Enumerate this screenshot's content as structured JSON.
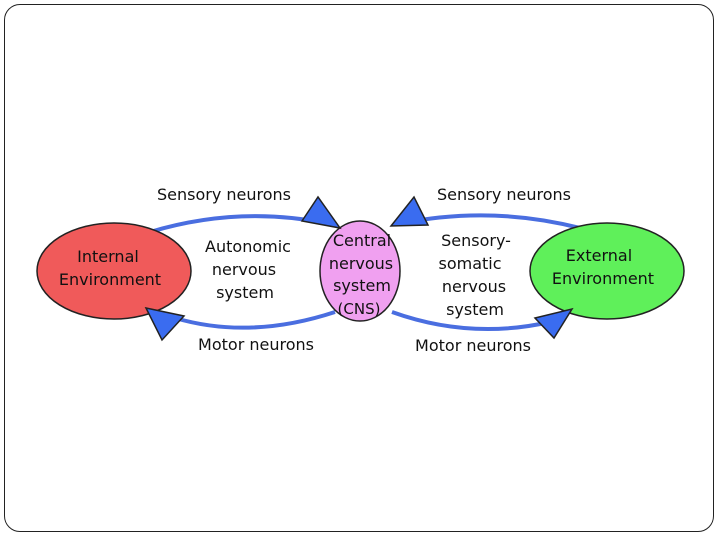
{
  "diagram": {
    "labels": {
      "sensory_left": "Sensory neurons",
      "sensory_right": "Sensory neurons",
      "motor_left": "Motor neurons",
      "motor_right": "Motor neurons",
      "internal_env": [
        "Internal",
        "Environment"
      ],
      "external_env": [
        "External",
        "Environment"
      ],
      "autonomic": [
        "Autonomic",
        "nervous",
        "system"
      ],
      "cns": [
        "Central",
        "nervous",
        "system",
        "(CNS)"
      ],
      "somatic": [
        "Sensory-",
        "somatic",
        "nervous",
        "system"
      ]
    },
    "colors": {
      "internal_env": "#f05a5a",
      "external_env": "#5ff05a",
      "cns": "#f0a0f0",
      "loop": "#4a6ee0",
      "arrow": "#3a6cf0"
    }
  }
}
